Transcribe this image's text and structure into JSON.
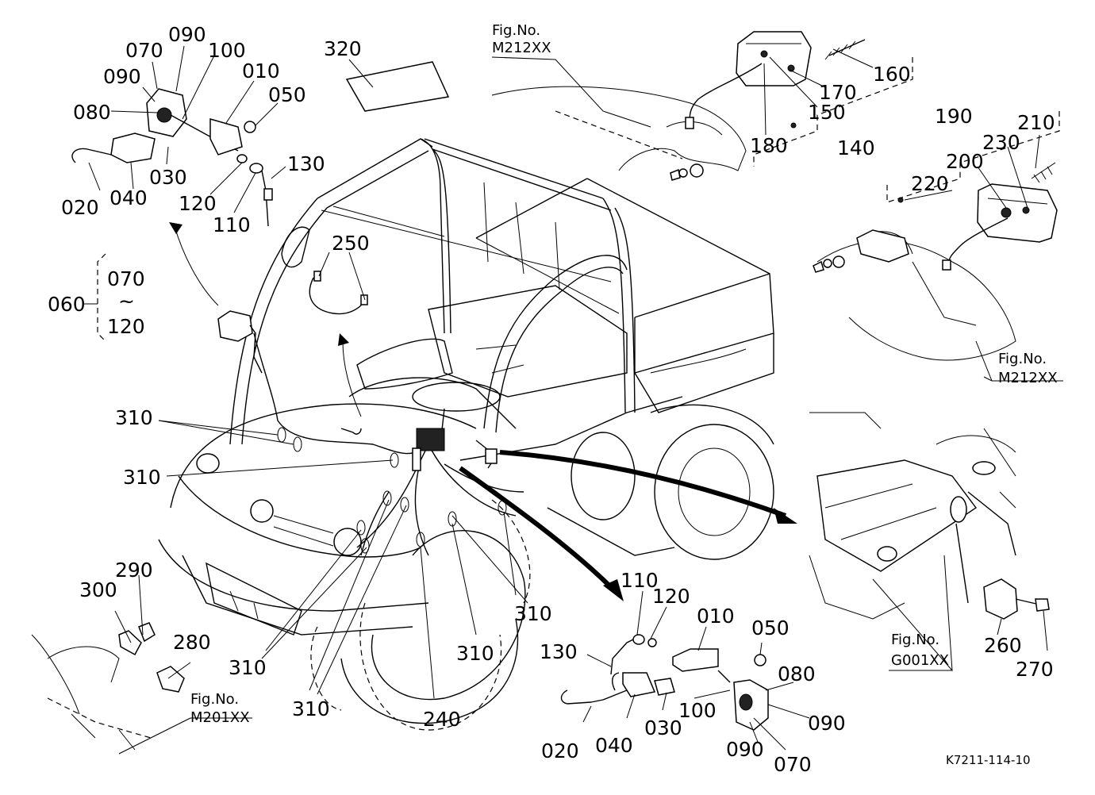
{
  "labels": {
    "l070a": "070",
    "l090a": "090",
    "l100a": "100",
    "l010a": "010",
    "l090b": "090",
    "l050a": "050",
    "l080a": "080",
    "l130a": "130",
    "l030a": "030",
    "l120a": "120",
    "l020a": "020",
    "l040a": "040",
    "l110a": "110",
    "l320": "320",
    "l160": "160",
    "l170": "170",
    "l150": "150",
    "l180": "180",
    "l140": "140",
    "l190": "190",
    "l210": "210",
    "l230": "230",
    "l200": "200",
    "l220": "220",
    "l250": "250",
    "l060": "060",
    "l070r": "070",
    "l120r": "120",
    "tilde": "~",
    "l310a": "310",
    "l310b": "310",
    "l310c": "310",
    "l310d": "310",
    "l310e": "310",
    "l310f": "310",
    "l290": "290",
    "l300": "300",
    "l280": "280",
    "l240": "240",
    "l110b": "110",
    "l120b": "120",
    "l010b": "010",
    "l050b": "050",
    "l130b": "130",
    "l080b": "080",
    "l100b": "100",
    "l090c": "090",
    "l020b": "020",
    "l040b": "040",
    "l030b": "030",
    "l090d": "090",
    "l070b": "070",
    "l260": "260",
    "l270": "270"
  },
  "fig_refs": {
    "top_a": "Fig.No.",
    "top_b": "M212XX",
    "right_a": "Fig.No.",
    "right_b": "M212XX",
    "g_a": "Fig.No.",
    "g_b": "G001XX",
    "m201_a": "Fig.No.",
    "m201_b": "M201XX"
  },
  "drawing_code": "K7211-114-10"
}
